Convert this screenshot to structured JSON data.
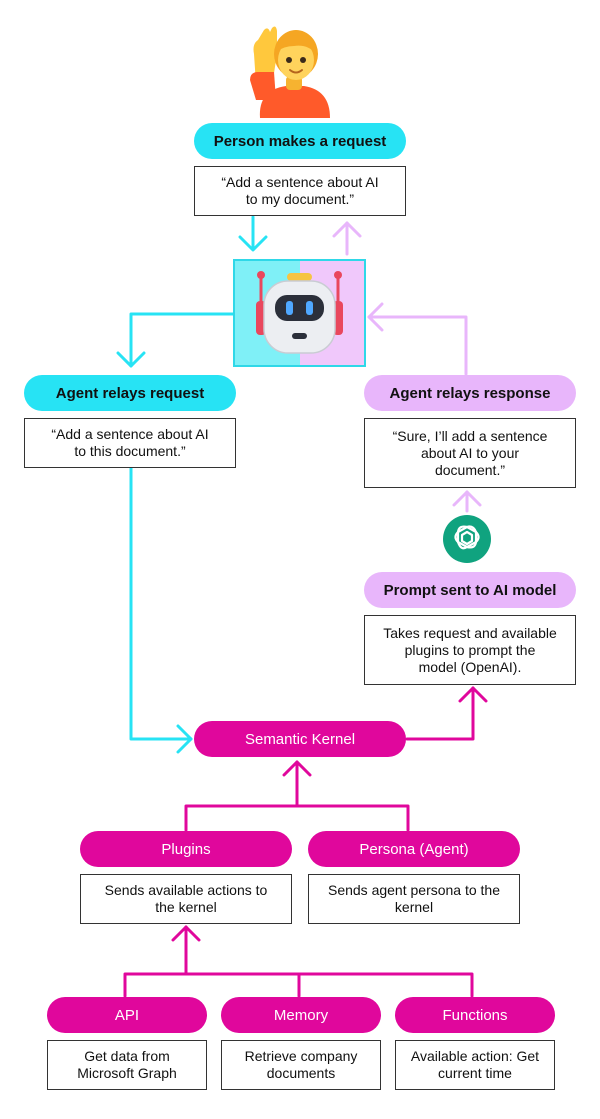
{
  "colors": {
    "cyan": "#27e3f4",
    "lavender": "#e8b6fb",
    "magenta": "#e0079c",
    "openai_green": "#10a37f"
  },
  "icons": {
    "person": "person-raising-hand-icon",
    "robot": "robot-icon",
    "model": "openai-logo-icon"
  },
  "person": {
    "label": "Person makes a request",
    "quote": "“Add a sentence about AI\nto my document.”"
  },
  "relay_request": {
    "label": "Agent relays request",
    "quote": "“Add a sentence about AI\nto this document.”"
  },
  "relay_response": {
    "label": "Agent relays response",
    "quote": "“Sure, I’ll add a sentence\nabout AI to your\ndocument.”"
  },
  "prompt": {
    "label": "Prompt sent to AI model",
    "desc": "Takes request and available\nplugins to prompt the\nmodel (OpenAI)."
  },
  "kernel": {
    "label": "Semantic Kernel"
  },
  "plugins": {
    "label": "Plugins",
    "desc": "Sends available actions to\nthe kernel"
  },
  "persona": {
    "label": "Persona (Agent)",
    "desc": "Sends agent persona to the\nkernel"
  },
  "api": {
    "label": "API",
    "desc": "Get data from\nMicrosoft Graph"
  },
  "memory": {
    "label": "Memory",
    "desc": "Retrieve company\ndocuments"
  },
  "functions": {
    "label": "Functions",
    "desc": "Available action: Get\ncurrent time"
  }
}
